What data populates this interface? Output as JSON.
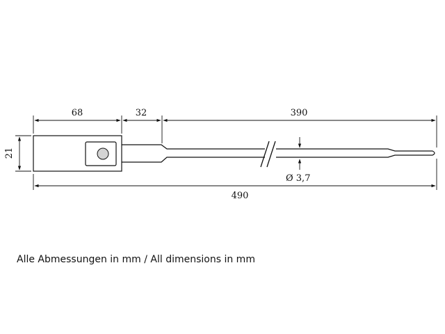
{
  "dimensions": {
    "head_length": "68",
    "neck_length": "32",
    "strap_length": "390",
    "height": "21",
    "strap_diameter": "Ø 3,7",
    "total_length": "490"
  },
  "caption": "Alle Abmessungen in mm / All dimensions in mm"
}
